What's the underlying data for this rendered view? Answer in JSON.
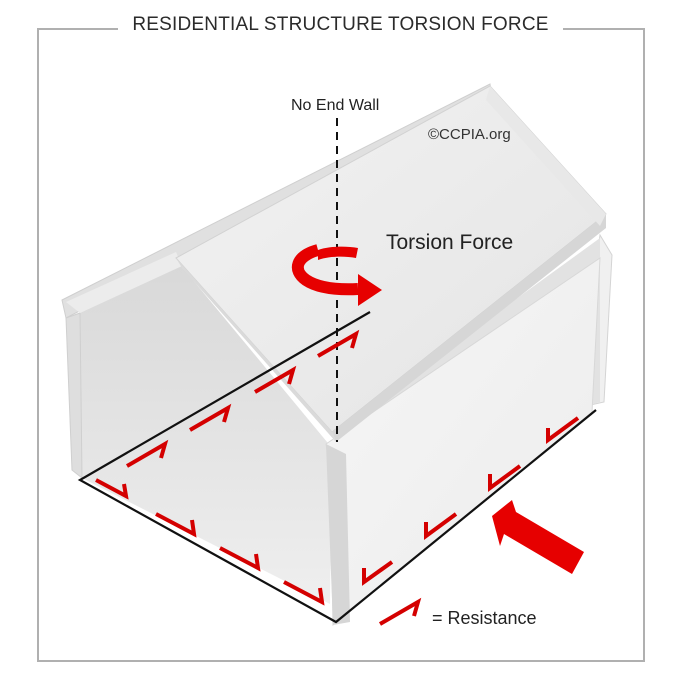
{
  "title": "RESIDENTIAL STRUCTURE TORSION FORCE",
  "labels": {
    "no_end_wall": "No End Wall",
    "copyright": "©CCPIA.org",
    "torsion_force": "Torsion Force",
    "resistance": "= Resistance"
  },
  "colors": {
    "accent_red": "#d40000",
    "frame": "#b0b0b0",
    "wall_light": "#f3f3f3",
    "wall_shade": "#dcdcdc"
  }
}
